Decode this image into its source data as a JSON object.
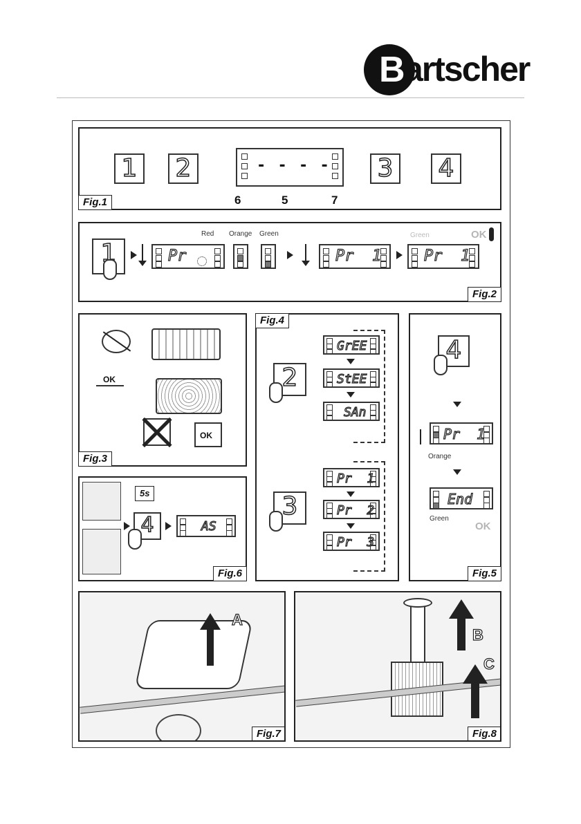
{
  "brand": {
    "name_rest": "artscher",
    "initial": "B"
  },
  "fig1": {
    "label": "Fig.1",
    "keys": [
      "1",
      "2",
      "3",
      "4"
    ],
    "display_text": "- - - -",
    "callouts": [
      "6",
      "5",
      "7"
    ]
  },
  "fig2": {
    "label": "Fig.2",
    "key": "1",
    "lcd1": "Pr",
    "color_labels": [
      "Red",
      "Orange",
      "Green"
    ],
    "lcd2": "Pr  1",
    "lcd3": "Pr  1",
    "green_label": "Green",
    "ok": "OK"
  },
  "fig3": {
    "label": "Fig.3",
    "ok_small": "OK",
    "ok_basket": "OK"
  },
  "fig4": {
    "label": "Fig.4",
    "key_a": "2",
    "modes": [
      "GrEE",
      "StEE",
      "SAn"
    ],
    "key_b": "3",
    "programs": [
      "Pr  1",
      "Pr  2",
      "Pr  3"
    ]
  },
  "fig5": {
    "label": "Fig.5",
    "key": "4",
    "lcd1": "Pr  1",
    "orange": "Orange",
    "lcd2": "End",
    "green": "Green",
    "ok": "OK"
  },
  "fig6": {
    "label": "Fig.6",
    "time": "5s",
    "key": "4",
    "lcd": "AS"
  },
  "fig7": {
    "label": "Fig.7",
    "letter": "A"
  },
  "fig8": {
    "label": "Fig.8",
    "letter_b": "B",
    "letter_c": "C"
  }
}
